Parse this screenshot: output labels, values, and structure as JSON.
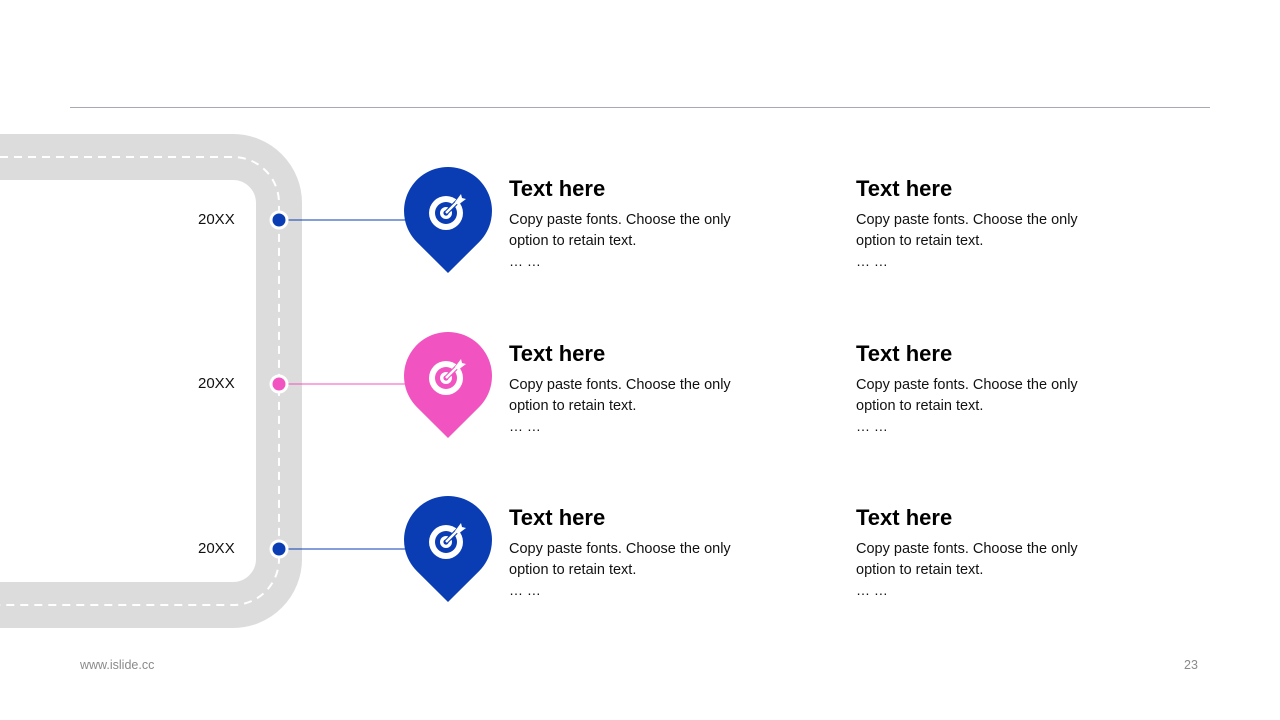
{
  "colors": {
    "blue": "#0a3cb4",
    "pink": "#f153c0",
    "road": "#dcdcdc",
    "rule": "#a9a9b3"
  },
  "timeline": {
    "rows": [
      {
        "year": "20XX",
        "color": "#0a3cb4",
        "icon": "target-icon",
        "left": {
          "title": "Text here",
          "body": "Copy paste fonts. Choose the only option to retain text.",
          "ellipsis": "…  …"
        },
        "right": {
          "title": "Text here",
          "body": "Copy paste fonts. Choose the only option to retain text.",
          "ellipsis": "…  …"
        }
      },
      {
        "year": "20XX",
        "color": "#f153c0",
        "icon": "target-icon",
        "left": {
          "title": "Text here",
          "body": "Copy paste fonts. Choose the only option to retain text.",
          "ellipsis": "…  …"
        },
        "right": {
          "title": "Text here",
          "body": "Copy paste fonts. Choose the only option to retain text.",
          "ellipsis": "…  …"
        }
      },
      {
        "year": "20XX",
        "color": "#0a3cb4",
        "icon": "target-icon",
        "left": {
          "title": "Text here",
          "body": "Copy paste fonts. Choose the only option to retain text.",
          "ellipsis": "…  …"
        },
        "right": {
          "title": "Text here",
          "body": "Copy paste fonts. Choose the only option to retain text.",
          "ellipsis": "…  …"
        }
      }
    ]
  },
  "footer": {
    "url": "www.islide.cc",
    "page": "23"
  }
}
